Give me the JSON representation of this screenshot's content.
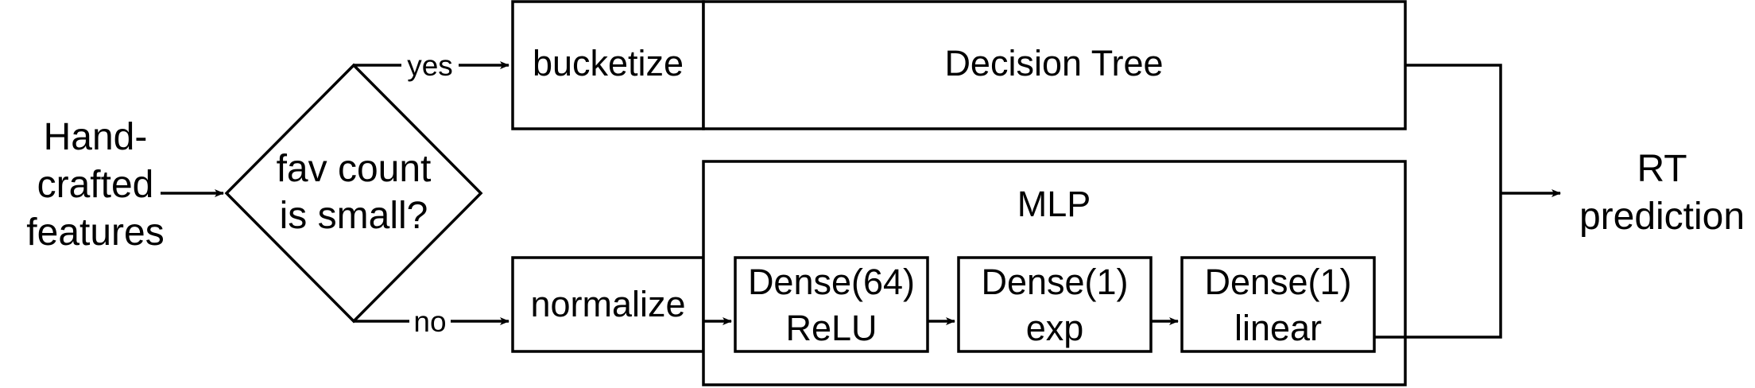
{
  "diagram": {
    "input": {
      "line1": "Hand-",
      "line2": "crafted",
      "line3": "features"
    },
    "decision": {
      "line1": "fav count",
      "line2": "is small?"
    },
    "branch_yes": "yes",
    "branch_no": "no",
    "bucketize": "bucketize",
    "decision_tree": "Decision Tree",
    "normalize": "normalize",
    "mlp": {
      "title": "MLP",
      "layers": [
        {
          "line1": "Dense(64)",
          "line2": "ReLU"
        },
        {
          "line1": "Dense(1)",
          "line2": "exp"
        },
        {
          "line1": "Dense(1)",
          "line2": "linear"
        }
      ]
    },
    "output": {
      "line1": "RT",
      "line2": "prediction"
    }
  }
}
